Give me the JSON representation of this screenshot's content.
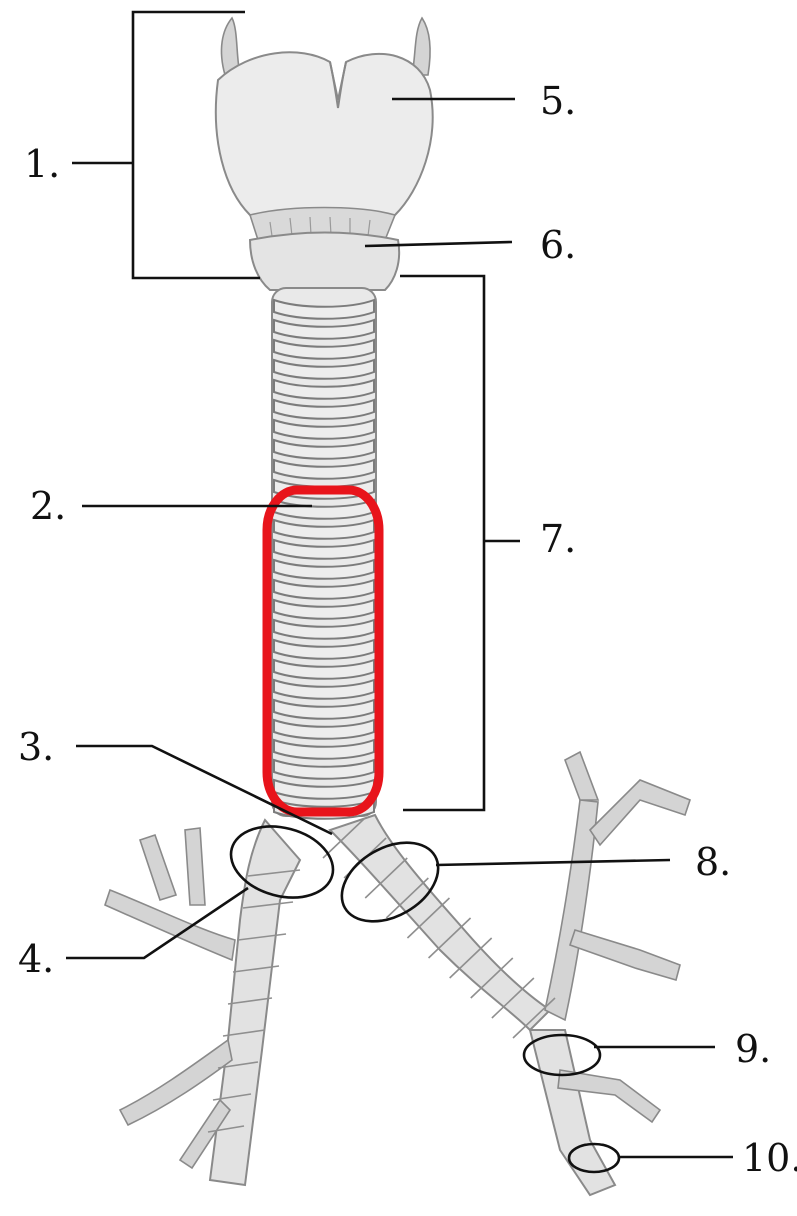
{
  "diagram": {
    "labels": [
      {
        "id": "1",
        "text": "1."
      },
      {
        "id": "2",
        "text": "2."
      },
      {
        "id": "3",
        "text": "3."
      },
      {
        "id": "4",
        "text": "4."
      },
      {
        "id": "5",
        "text": "5."
      },
      {
        "id": "6",
        "text": "6."
      },
      {
        "id": "7",
        "text": "7."
      },
      {
        "id": "8",
        "text": "8."
      },
      {
        "id": "9",
        "text": "9."
      },
      {
        "id": "10",
        "text": "10."
      }
    ],
    "colors": {
      "highlight": "#e8141b",
      "line": "#111111",
      "structure_fill": "#e6e6e6",
      "structure_stroke": "#7c7c7c"
    }
  }
}
